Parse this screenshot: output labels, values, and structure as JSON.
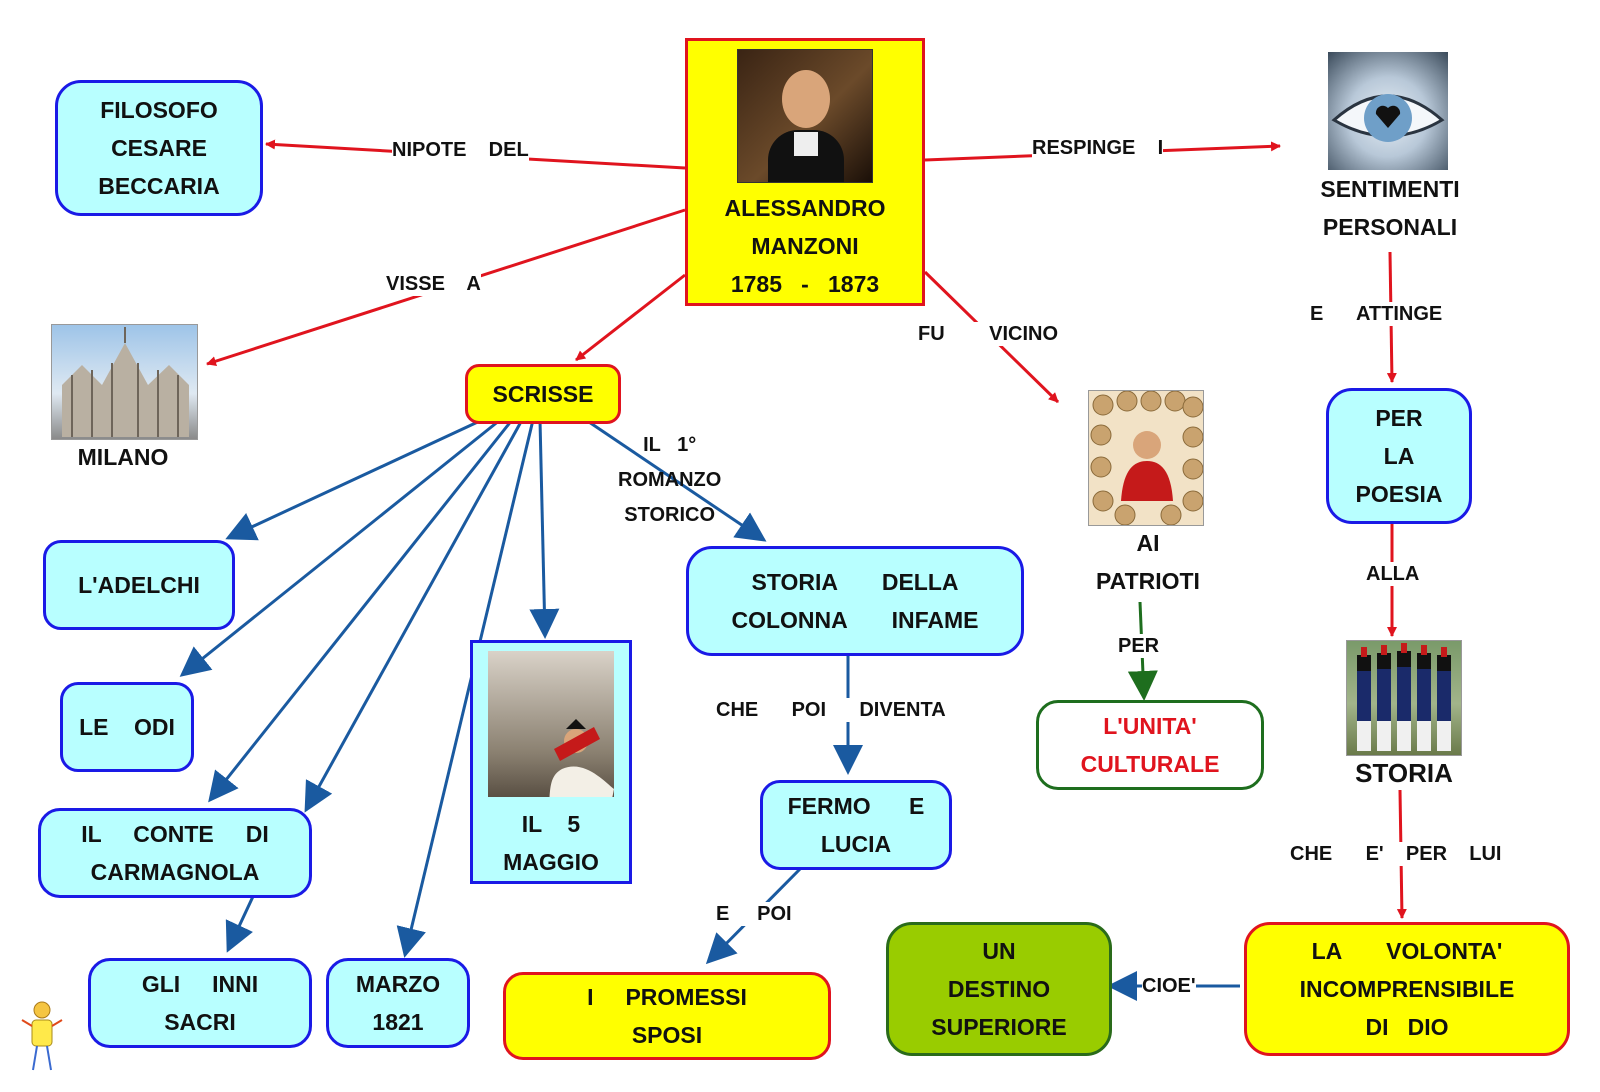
{
  "center": {
    "line1": "ALESSANDRO",
    "line2": "MANZONI",
    "years": "1785   -   1873"
  },
  "nodes": {
    "beccaria": "FILOSOFO\nCESARE\nBECCARIA",
    "milano": "MILANO",
    "scrisse": "SCRISSE",
    "adelchi": "L'ADELCHI",
    "odi": "LE    ODI",
    "conte": "IL     CONTE     DI\nCARMAGNOLA",
    "inni": "GLI     INNI\nSACRI",
    "marzo": "MARZO\n1821",
    "maggio": "IL    5\nMAGGIO",
    "storia_colonna": "STORIA       DELLA\nCOLONNA       INFAME",
    "fermo": "FERMO      E\nLUCIA",
    "promessi": "I     PROMESSI\nSPOSI",
    "patrioti": "AI\nPATRIOTI",
    "unita": "L'UNITA'\nCULTURALE",
    "sentimenti": "SENTIMENTI\nPERSONALI",
    "poesia": "PER\nLA\nPOESIA",
    "storia": "STORIA",
    "volonta": "LA       VOLONTA'\nINCOMPRENSIBILE\nDI   DIO",
    "destino": "UN\nDESTINO\nSUPERIORE"
  },
  "links": {
    "nipote": "NIPOTE    DEL",
    "visse": "VISSE    A",
    "respinge": "RESPINGE    I",
    "fu_vicino": "FU        VICINO",
    "romanzo": "IL   1°\nROMANZO\nSTORICO",
    "diventa": "CHE      POI      DIVENTA",
    "e_poi": "E     POI",
    "per": "PER",
    "attinge": "E      ATTINGE",
    "alla": "ALLA",
    "che_e": "CHE      E'    PER    LUI",
    "cioe": "CIOE'"
  },
  "icons": [
    "portrait-icon",
    "milan-cathedral-icon",
    "eye-icon",
    "napoleon-icon",
    "patriots-icon",
    "soldiers-icon",
    "mascot-icon"
  ],
  "colors": {
    "red_link": "#e0141e",
    "blue_link": "#1a5aa0",
    "green_link": "#1e6e1e",
    "node_fill": "#b8ffff",
    "node_border": "#1a1ae6",
    "yellow": "#ffff00"
  }
}
